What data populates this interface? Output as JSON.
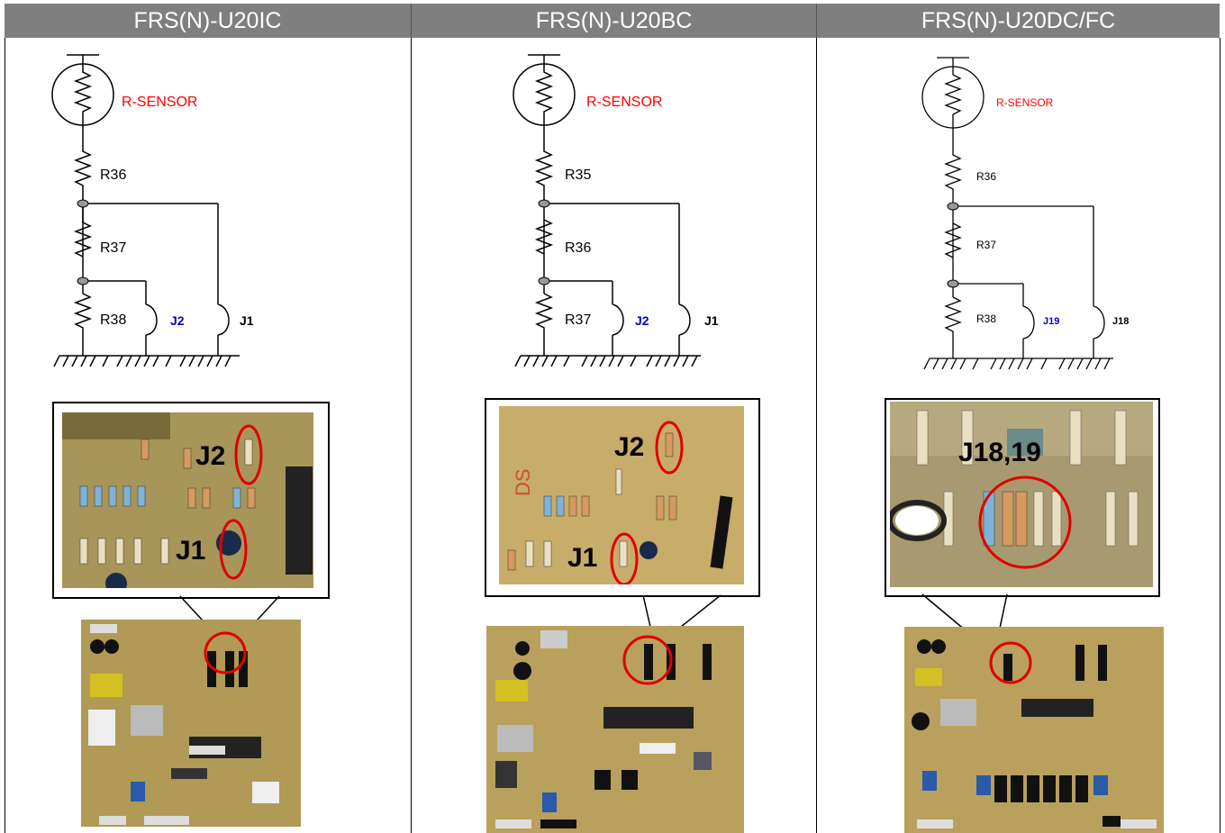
{
  "columns": [
    {
      "title": "FRS(N)-U20IC",
      "sensor_label": "R-SENSOR",
      "resistors": [
        "R36",
        "R37",
        "R38"
      ],
      "jumper_near": "J2",
      "jumper_far": "J1",
      "zoom_labels": [
        "J2",
        "J1"
      ]
    },
    {
      "title": "FRS(N)-U20BC",
      "sensor_label": "R-SENSOR",
      "resistors": [
        "R35",
        "R36",
        "R37"
      ],
      "jumper_near": "J2",
      "jumper_far": "J1",
      "zoom_labels": [
        "J2",
        "J1"
      ]
    },
    {
      "title": "FRS(N)-U20DC/FC",
      "sensor_label": "R-SENSOR",
      "resistors": [
        "R36",
        "R37",
        "R38"
      ],
      "jumper_near": "J19",
      "jumper_far": "J18",
      "zoom_labels": [
        "J18,19"
      ]
    }
  ],
  "colors": {
    "header_bg": "#7f7f7f",
    "header_text": "#ffffff",
    "sensor_label": "#ff0000",
    "jumper_near": "#0000cc",
    "highlight_circle": "#e00000"
  }
}
